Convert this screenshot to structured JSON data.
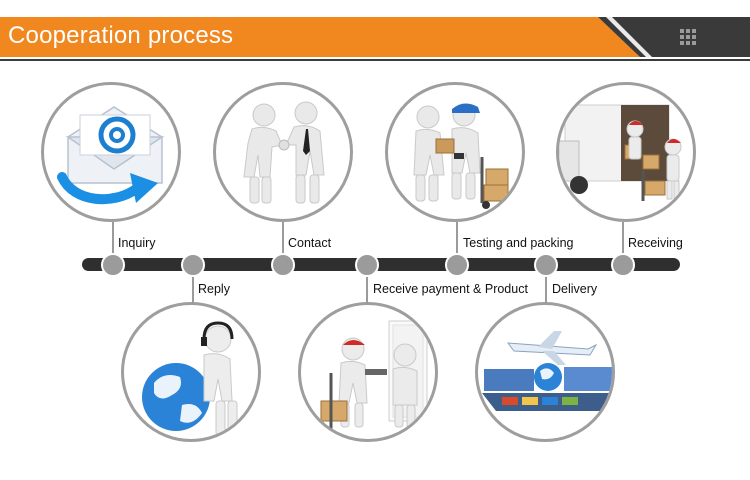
{
  "header": {
    "title": "Cooperation process",
    "accent_color": "#f0871f",
    "dark_color": "#3a3a3a"
  },
  "process_steps": [
    {
      "id": "inquiry",
      "label": "Inquiry",
      "icon": "email-icon"
    },
    {
      "id": "reply",
      "label": "Reply",
      "icon": "support-globe-icon"
    },
    {
      "id": "contact",
      "label": "Contact",
      "icon": "handshake-icon"
    },
    {
      "id": "payment",
      "label": "Receive payment & Product",
      "icon": "delivery-sign-icon"
    },
    {
      "id": "testing",
      "label": "Testing and packing",
      "icon": "packing-icon"
    },
    {
      "id": "delivery",
      "label": "Delivery",
      "icon": "transport-icon"
    },
    {
      "id": "receiving",
      "label": "Receiving",
      "icon": "truck-unloading-icon"
    }
  ],
  "steps": {
    "inquiry": "Inquiry",
    "reply": "Reply",
    "contact": "Contact",
    "payment": "Receive payment & Product",
    "testing": "Testing and packing",
    "delivery": "Delivery",
    "receiving": "Receiving"
  }
}
